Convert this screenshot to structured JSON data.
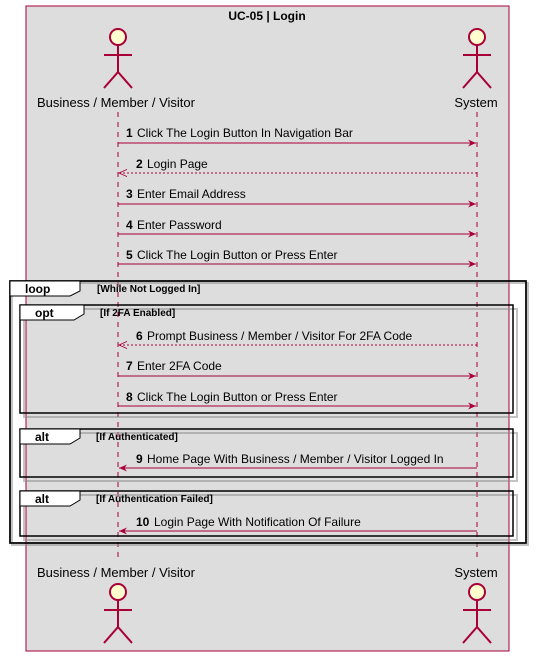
{
  "frame": {
    "title": "UC-05 | Login"
  },
  "participants": [
    {
      "id": "user",
      "name": "Business / Member / Visitor"
    },
    {
      "id": "system",
      "name": "System"
    }
  ],
  "colors": {
    "frame_border": "#A80036",
    "frame_bg": "#DDDDDD",
    "arrow": "#A80036",
    "actor_fill": "#FEFECE",
    "lifeline": "#A80036",
    "fragment_border": "#000000",
    "fragment_bg": "#FFFFFF"
  },
  "messages": [
    {
      "num": "1",
      "text": "Click The Login Button In Navigation Bar",
      "from": "user",
      "to": "system",
      "style": "solid"
    },
    {
      "num": "2",
      "text": "Login Page",
      "from": "system",
      "to": "user",
      "style": "dashed"
    },
    {
      "num": "3",
      "text": "Enter Email Address",
      "from": "user",
      "to": "system",
      "style": "solid"
    },
    {
      "num": "4",
      "text": "Enter Password",
      "from": "user",
      "to": "system",
      "style": "solid"
    },
    {
      "num": "5",
      "text": "Click The Login Button or Press Enter",
      "from": "user",
      "to": "system",
      "style": "solid"
    },
    {
      "num": "6",
      "text": "Prompt Business / Member / Visitor For 2FA Code",
      "from": "system",
      "to": "user",
      "style": "dashed"
    },
    {
      "num": "7",
      "text": "Enter 2FA Code",
      "from": "user",
      "to": "system",
      "style": "solid"
    },
    {
      "num": "8",
      "text": "Click The Login Button or Press Enter",
      "from": "user",
      "to": "system",
      "style": "solid"
    },
    {
      "num": "9",
      "text": "Home Page With Business / Member / Visitor Logged In",
      "from": "system",
      "to": "user",
      "style": "solid"
    },
    {
      "num": "10",
      "text": "Login Page With Notification Of Failure",
      "from": "system",
      "to": "user",
      "style": "solid"
    }
  ],
  "fragments": [
    {
      "keyword": "loop",
      "guard": "[While Not Logged In]"
    },
    {
      "keyword": "opt",
      "guard": "[If 2FA Enabled]"
    },
    {
      "keyword": "alt",
      "guard": "[If Authenticated]"
    },
    {
      "keyword": "alt",
      "guard": "[If Authentication Failed]"
    }
  ]
}
